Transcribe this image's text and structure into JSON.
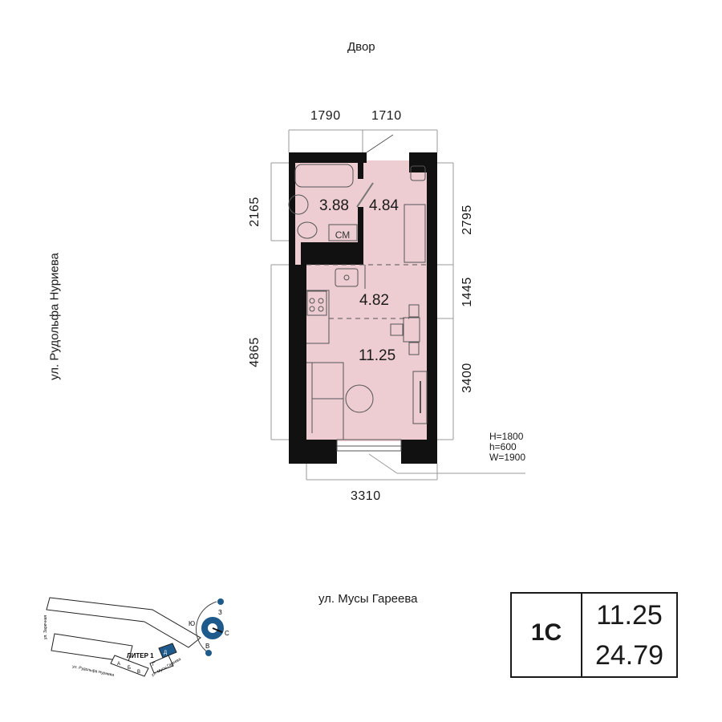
{
  "labels": {
    "courtyard": "Двор",
    "street_left": "ул. Рудольфа Нуриева",
    "street_bottom": "ул. Мусы Гареева"
  },
  "dimensions": {
    "top_left": "1790",
    "top_right": "1710",
    "left_top": "2165",
    "left_bottom": "4865",
    "right_top": "2795",
    "right_middle": "1445",
    "right_bottom": "3400",
    "bottom": "3310"
  },
  "window": {
    "H": "H=1800",
    "h": "h=600",
    "W": "W=1900"
  },
  "rooms": {
    "bathroom": "3.88",
    "hall": "4.84",
    "kitchen": "4.82",
    "living": "11.25",
    "washer": "СМ"
  },
  "minimap": {
    "building": "ЛИТЕР 1",
    "sections": [
      "А",
      "Б",
      "В",
      "Г",
      "Д"
    ],
    "active_section": "Д",
    "street_1": "ул. Заречная",
    "street_2": "ул. Рудольфа Нуриева",
    "street_3": "ул. Мусы Гареева"
  },
  "compass": {
    "north": "С",
    "south": "Ю",
    "east": "В",
    "west": "З"
  },
  "info": {
    "type": "1С",
    "living_area": "11.25",
    "total_area": "24.79"
  },
  "colors": {
    "floor": "#eecdd2",
    "wall": "#111111",
    "accent": "#1f5a8c"
  }
}
